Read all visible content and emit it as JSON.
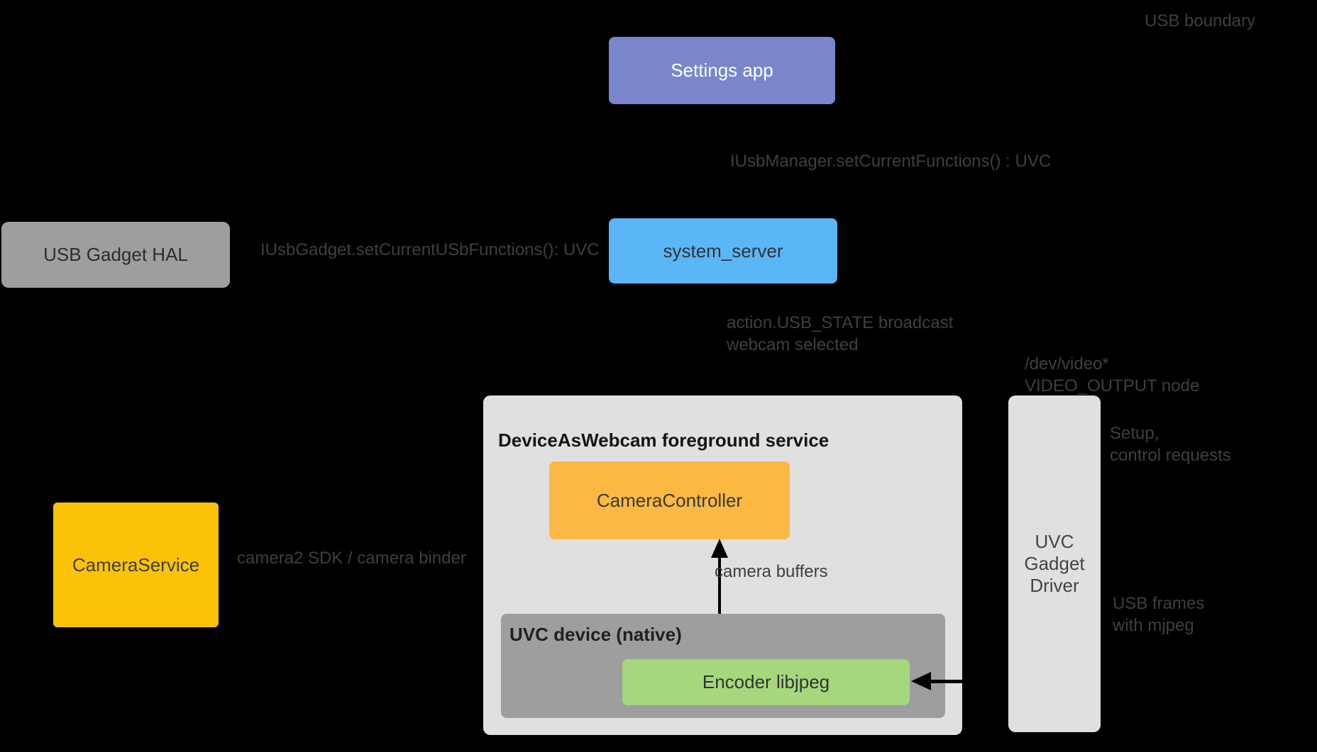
{
  "canvas": {
    "background": "#000000",
    "label_color": "#3C4043",
    "arrow_color": "#000000"
  },
  "nodes": {
    "settings_app": {
      "label": "Settings app",
      "color": "#7986CB",
      "text_color": "#FFFFFF"
    },
    "system_server": {
      "label": "system_server",
      "color": "#5BB6F6",
      "text_color": "#303336"
    },
    "usb_gadget_hal": {
      "label": "USB Gadget HAL",
      "color": "#9E9E9E",
      "text_color": "#2B2D2F"
    },
    "foreground_service": {
      "label": "DeviceAsWebcam foreground service",
      "color": "#E0E0E0",
      "text_color": "#151515"
    },
    "camera_controller": {
      "label": "CameraController",
      "color": "#FBB943",
      "text_color": "#37393B"
    },
    "camera_service": {
      "label": "CameraService",
      "color": "#FBC308",
      "text_color": "#3C3E40"
    },
    "uvc_device": {
      "label": "UVC device (native)",
      "color": "#9E9E9E",
      "text_color": "#1E2022"
    },
    "encoder": {
      "label": "Encoder libjpeg",
      "color": "#A7D77C",
      "text_color": "#303336"
    },
    "uvc_gadget_driver": {
      "label": "UVC\nGadget\nDriver",
      "color": "#E0E0E0",
      "text_color": "#424446"
    }
  },
  "labels": {
    "usb_boundary": "USB boundary",
    "iusbmanager": "IUsbManager.setCurrentFunctions() : UVC",
    "iusbgadget": "IUsbGadget.setCurrentUSbFunctions(): UVC",
    "usb_state": "action.USB_STATE broadcast\nwebcam selected",
    "dev_video": "/dev/video*\nVIDEO_OUTPUT node",
    "setup": "Setup,\ncontrol requests",
    "usb_frames": "USB frames\nwith mjpeg",
    "camera2_sdk": "camera2 SDK / camera binder",
    "camera_buffers": "camera buffers"
  }
}
